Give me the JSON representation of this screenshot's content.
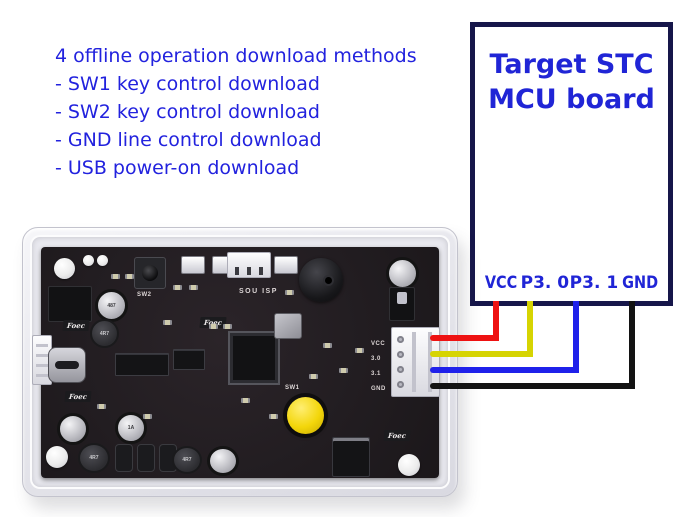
{
  "annotation": {
    "color": "#2222de",
    "title": "4 offline operation download methods",
    "items": [
      "- SW1 key control download",
      "- SW2 key control download",
      "- GND line control download",
      "- USB power-on download"
    ]
  },
  "target_board": {
    "border_color": "#16164a",
    "text_color": "#2025d6",
    "title_line1": "Target STC",
    "title_line2": "MCU board",
    "pins": [
      "VCC",
      "P3. 0",
      "P3. 1",
      "GND"
    ]
  },
  "wires": {
    "vcc_color": "#ee1212",
    "p30_color": "#d6d402",
    "p31_color": "#1f21ea",
    "gnd_color": "#131313"
  },
  "programmer": {
    "silkscreen": {
      "sw1": "SW1",
      "sw2": "SW2",
      "sou_isp": "SOU ISP",
      "watermark": "Foec"
    },
    "connector_pins": [
      "VCC",
      "3.0",
      "3.1",
      "GND"
    ],
    "component_marks": {
      "inductor": "4R7",
      "cap_top": "487",
      "cap_bottom": "1A"
    }
  }
}
